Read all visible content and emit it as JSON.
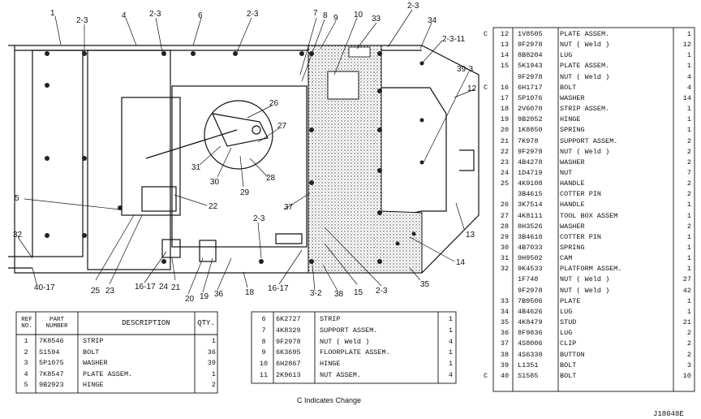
{
  "callouts": [
    {
      "id": "c1",
      "text": "1"
    },
    {
      "id": "c2",
      "text": "2-3"
    },
    {
      "id": "c3",
      "text": "4"
    },
    {
      "id": "c4",
      "text": "2-3"
    },
    {
      "id": "c5",
      "text": "6"
    },
    {
      "id": "c6",
      "text": "2-3"
    },
    {
      "id": "c7",
      "text": "7"
    },
    {
      "id": "c8",
      "text": "8"
    },
    {
      "id": "c9",
      "text": "9"
    },
    {
      "id": "c10",
      "text": "10"
    },
    {
      "id": "c11",
      "text": "33"
    },
    {
      "id": "c12",
      "text": "2-3"
    },
    {
      "id": "c13",
      "text": "34"
    },
    {
      "id": "c14",
      "text": "2-3-11"
    },
    {
      "id": "c15",
      "text": "39-3"
    },
    {
      "id": "c16",
      "text": "12"
    },
    {
      "id": "c17",
      "text": "26"
    },
    {
      "id": "c18",
      "text": "27"
    },
    {
      "id": "c19",
      "text": "31"
    },
    {
      "id": "c20",
      "text": "30"
    },
    {
      "id": "c21",
      "text": "28"
    },
    {
      "id": "c22",
      "text": "29"
    },
    {
      "id": "c23",
      "text": "5"
    },
    {
      "id": "c24",
      "text": "22"
    },
    {
      "id": "c25",
      "text": "37"
    },
    {
      "id": "c26",
      "text": "2-3"
    },
    {
      "id": "c27",
      "text": "13"
    },
    {
      "id": "c28",
      "text": "14"
    },
    {
      "id": "c29",
      "text": "32"
    },
    {
      "id": "c30",
      "text": "40-17"
    },
    {
      "id": "c31",
      "text": "25"
    },
    {
      "id": "c32",
      "text": "23"
    },
    {
      "id": "c33",
      "text": "16-17"
    },
    {
      "id": "c34",
      "text": "24"
    },
    {
      "id": "c35",
      "text": "21"
    },
    {
      "id": "c36",
      "text": "20"
    },
    {
      "id": "c37",
      "text": "19"
    },
    {
      "id": "c38",
      "text": "36"
    },
    {
      "id": "c39",
      "text": "18"
    },
    {
      "id": "c40",
      "text": "16-17"
    },
    {
      "id": "c41",
      "text": "3-2"
    },
    {
      "id": "c42",
      "text": "38"
    },
    {
      "id": "c43",
      "text": "15"
    },
    {
      "id": "c44",
      "text": "2-3"
    },
    {
      "id": "c45",
      "text": "35"
    }
  ],
  "table_left": {
    "headers": {
      "ref": "REF NO.",
      "part": "PART NUMBER",
      "desc": "DESCRIPTION",
      "qty": "QTY."
    },
    "rows": [
      {
        "c": "",
        "ref": "1",
        "part": "7K8546",
        "desc": "STRIP",
        "qty": "1"
      },
      {
        "c": "",
        "ref": "2",
        "part": "S1594",
        "desc": "BOLT",
        "qty": "36"
      },
      {
        "c": "",
        "ref": "3",
        "part": "5P1075",
        "desc": "WASHER",
        "qty": "39"
      },
      {
        "c": "",
        "ref": "4",
        "part": "7K8547",
        "desc": "PLATE ASSEM.",
        "qty": "1"
      },
      {
        "c": "",
        "ref": "5",
        "part": "9B2923",
        "desc": "   HINGE",
        "qty": "2"
      }
    ]
  },
  "table_mid": {
    "rows": [
      {
        "c": "",
        "ref": "6",
        "part": "6K2727",
        "desc": "STRIP",
        "qty": "1"
      },
      {
        "c": "",
        "ref": "7",
        "part": "4K8329",
        "desc": "SUPPORT ASSEM.",
        "qty": "1"
      },
      {
        "c": "",
        "ref": "8",
        "part": "9F2978",
        "desc": "   NUT ( Weld )",
        "qty": "4"
      },
      {
        "c": "",
        "ref": "9",
        "part": "6K3695",
        "desc": "FLOORPLATE ASSEM.",
        "qty": "1"
      },
      {
        "c": "",
        "ref": "10",
        "part": "6H2867",
        "desc": "   HINGE",
        "qty": "1"
      },
      {
        "c": "",
        "ref": "11",
        "part": "2K9613",
        "desc": "NUT ASSEM.",
        "qty": "4"
      }
    ]
  },
  "table_right": {
    "rows": [
      {
        "c": "C",
        "ref": "12",
        "part": "1V8505",
        "desc": "PLATE ASSEM.",
        "qty": "1"
      },
      {
        "c": "",
        "ref": "13",
        "part": "9F2978",
        "desc": "   NUT ( Weld )",
        "qty": "12"
      },
      {
        "c": "",
        "ref": "14",
        "part": "8B8204",
        "desc": "   LUG",
        "qty": "1"
      },
      {
        "c": "",
        "ref": "15",
        "part": "5K1943",
        "desc": "PLATE ASSEM.",
        "qty": "1"
      },
      {
        "c": "",
        "ref": "",
        "part": "9F2978",
        "desc": "   NUT ( Weld )",
        "qty": "4"
      },
      {
        "c": "C",
        "ref": "16",
        "part": "6H1717",
        "desc": "BOLT",
        "qty": "4"
      },
      {
        "c": "",
        "ref": "17",
        "part": "5P1076",
        "desc": "WASHER",
        "qty": "14"
      },
      {
        "c": "",
        "ref": "18",
        "part": "2V6070",
        "desc": "STRIP ASSEM.",
        "qty": "1"
      },
      {
        "c": "",
        "ref": "19",
        "part": "9B2052",
        "desc": "   HINGE",
        "qty": "1"
      },
      {
        "c": "",
        "ref": "20",
        "part": "1K8850",
        "desc": "SPRING",
        "qty": "1"
      },
      {
        "c": "",
        "ref": "21",
        "part": "7K978",
        "desc": "SUPPORT ASSEM.",
        "qty": "2"
      },
      {
        "c": "",
        "ref": "22",
        "part": "9F2978",
        "desc": "   NUT ( Weld )",
        "qty": "2"
      },
      {
        "c": "",
        "ref": "23",
        "part": "4B4278",
        "desc": "WASHER",
        "qty": "2"
      },
      {
        "c": "",
        "ref": "24",
        "part": "1D4719",
        "desc": "NUT",
        "qty": "7"
      },
      {
        "c": "",
        "ref": "25",
        "part": "4K9108",
        "desc": "HANDLE",
        "qty": "2"
      },
      {
        "c": "",
        "ref": "",
        "part": "3B4615",
        "desc": "COTTER PIN",
        "qty": "2"
      },
      {
        "c": "",
        "ref": "26",
        "part": "3K7514",
        "desc": "HANDLE",
        "qty": "1"
      },
      {
        "c": "",
        "ref": "27",
        "part": "4K8111",
        "desc": "TOOL BOX ASSEM",
        "qty": "1"
      },
      {
        "c": "",
        "ref": "28",
        "part": "8H3526",
        "desc": "WASHER",
        "qty": "2"
      },
      {
        "c": "",
        "ref": "29",
        "part": "3B4610",
        "desc": "COTTER PIN",
        "qty": "1"
      },
      {
        "c": "",
        "ref": "30",
        "part": "4B7033",
        "desc": "SPRING",
        "qty": "1"
      },
      {
        "c": "",
        "ref": "31",
        "part": "9H9502",
        "desc": "CAM",
        "qty": "1"
      },
      {
        "c": "",
        "ref": "32",
        "part": "9K4533",
        "desc": "PLATFORM ASSEM.",
        "qty": "1"
      },
      {
        "c": "",
        "ref": "",
        "part": "1F748",
        "desc": "   NUT ( Weld )",
        "qty": "27"
      },
      {
        "c": "",
        "ref": "",
        "part": "9F2978",
        "desc": "   NUT ( Weld )",
        "qty": "42"
      },
      {
        "c": "",
        "ref": "33",
        "part": "7B9506",
        "desc": "   PLATE",
        "qty": "1"
      },
      {
        "c": "",
        "ref": "34",
        "part": "4B4626",
        "desc": "   LUG",
        "qty": "1"
      },
      {
        "c": "",
        "ref": "35",
        "part": "4K8479",
        "desc": "   STUD",
        "qty": "21"
      },
      {
        "c": "",
        "ref": "36",
        "part": "8F9836",
        "desc": "   LUG",
        "qty": "2"
      },
      {
        "c": "",
        "ref": "37",
        "part": "4S8006",
        "desc": "CLIP",
        "qty": "2"
      },
      {
        "c": "",
        "ref": "38",
        "part": "4S6330",
        "desc": "BUTTON",
        "qty": "2"
      },
      {
        "c": "",
        "ref": "39",
        "part": "L1351",
        "desc": "BOLT",
        "qty": "3"
      },
      {
        "c": "C",
        "ref": "40",
        "part": "S1585",
        "desc": "BOLT",
        "qty": "10"
      }
    ]
  },
  "footnote": "C Indicates Change",
  "doc_id": "J18048E"
}
